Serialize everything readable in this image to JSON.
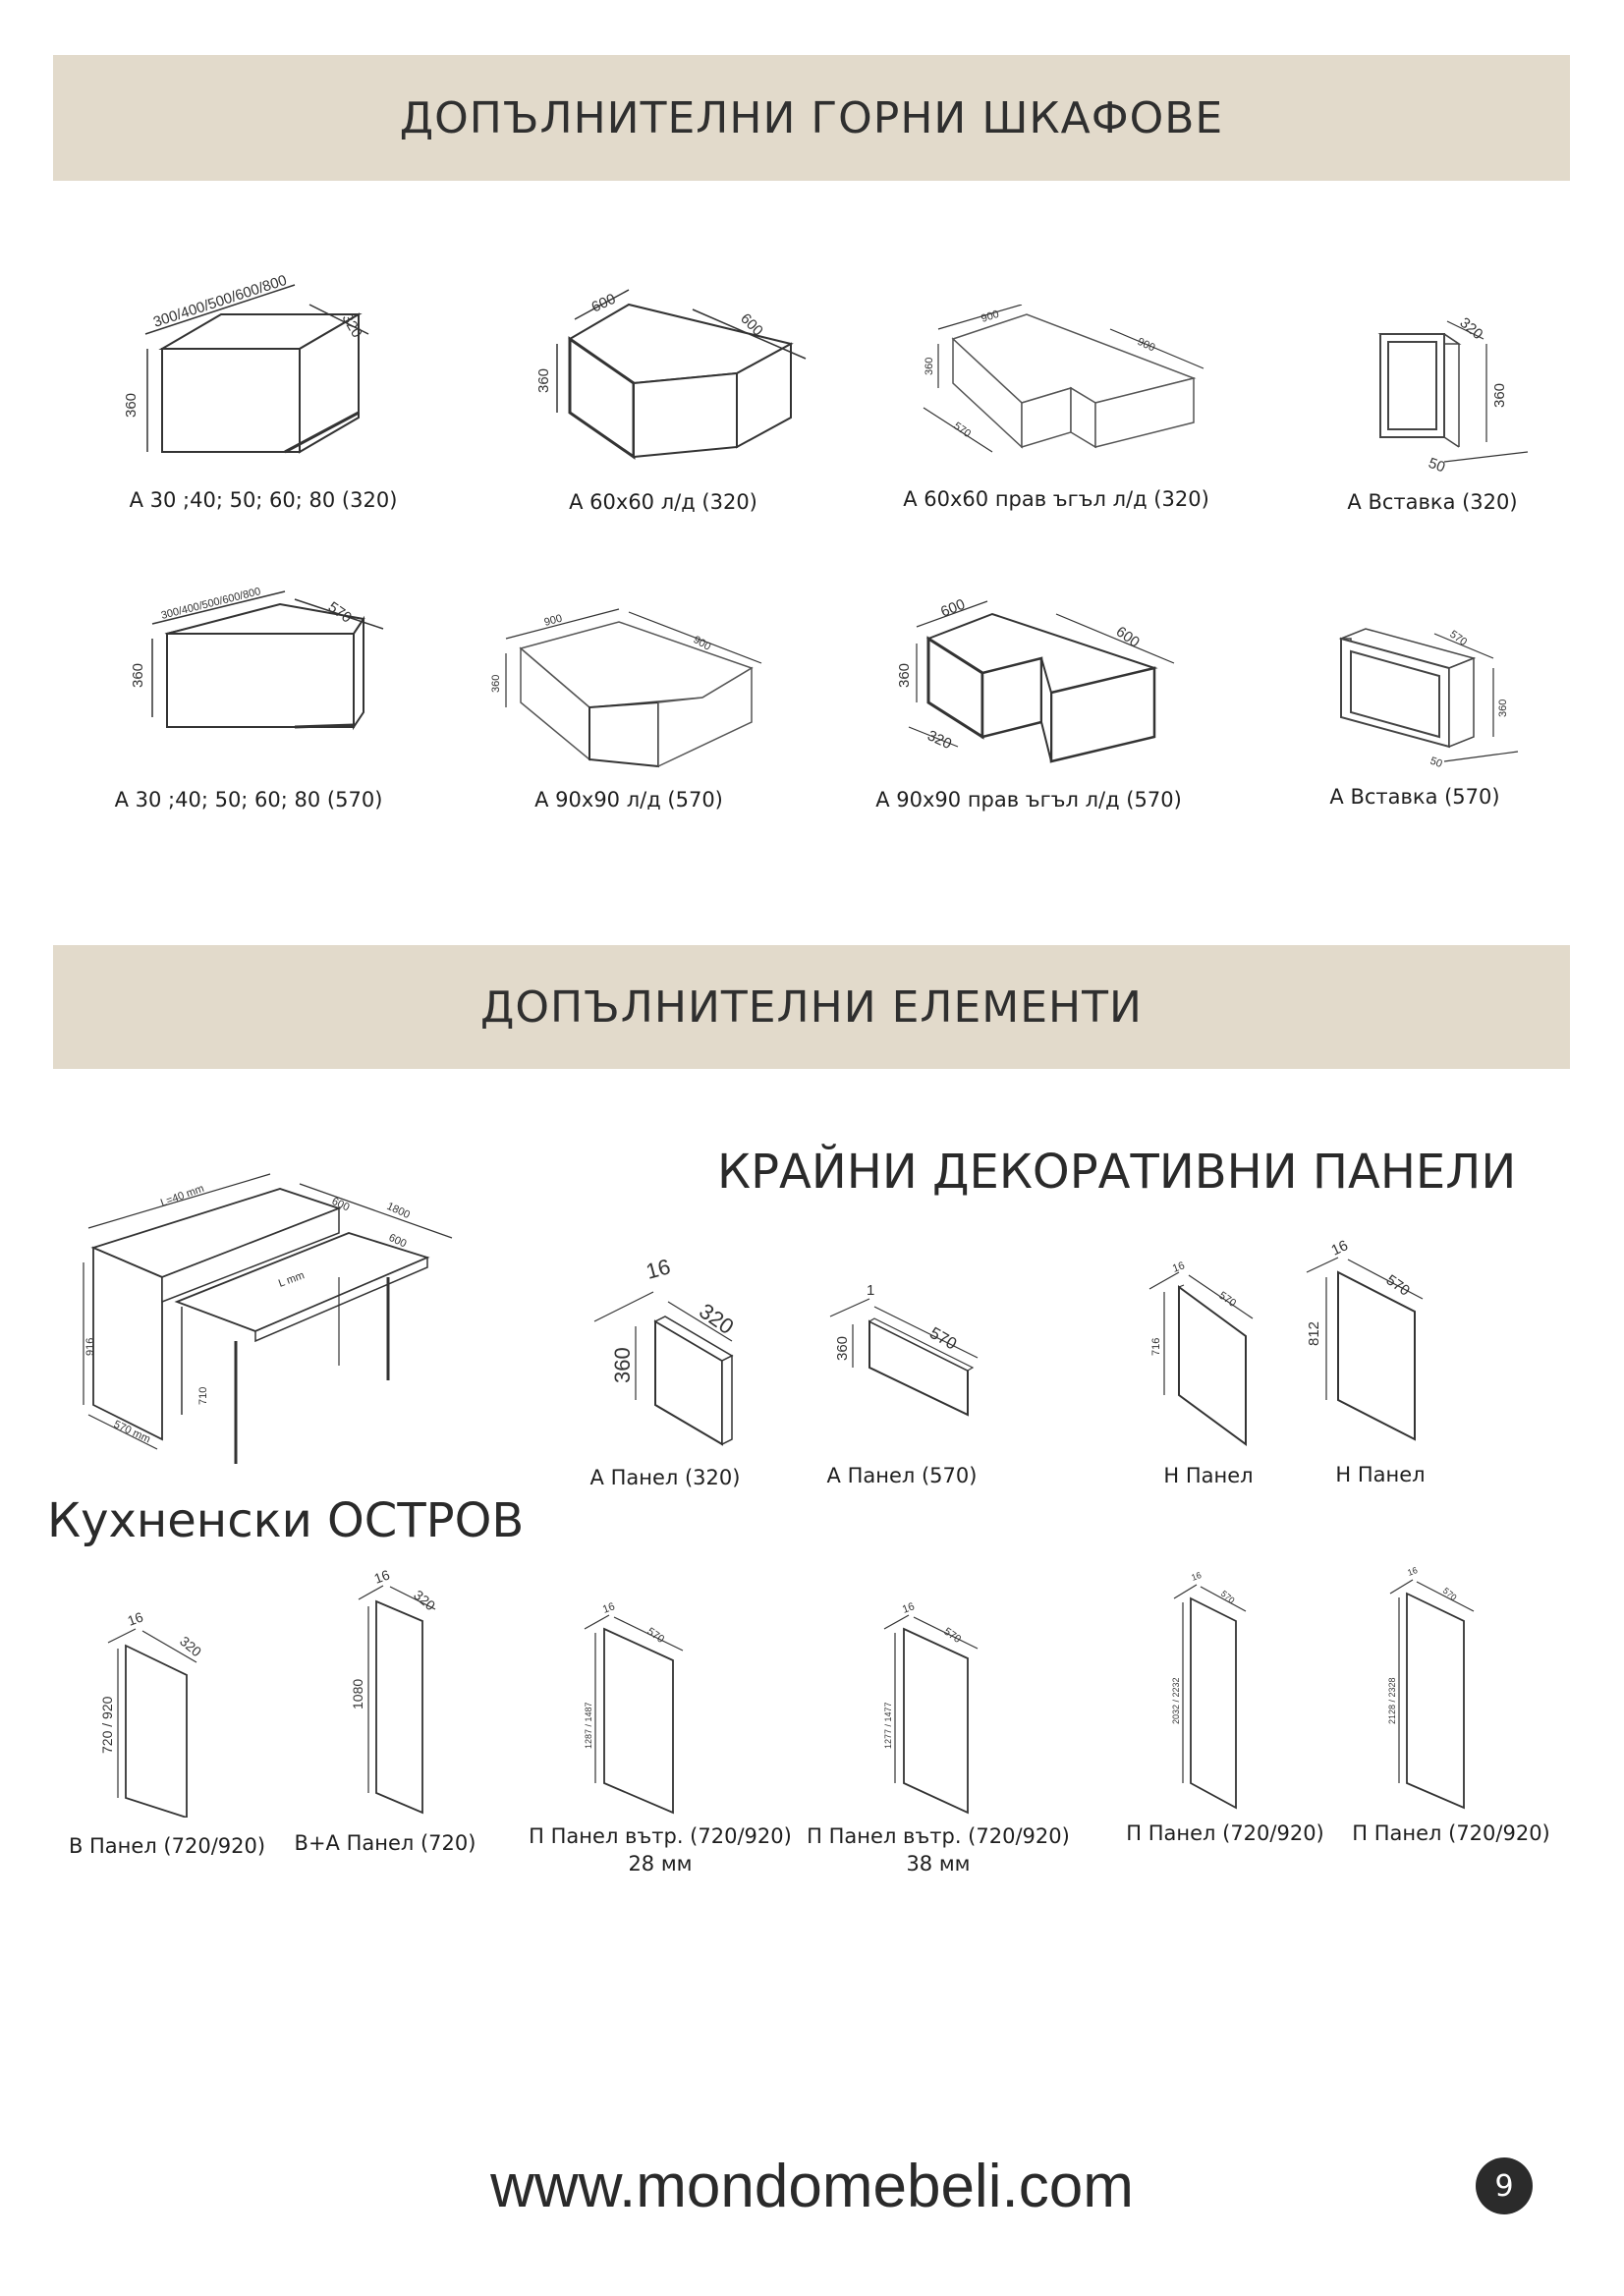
{
  "sections": {
    "upper": {
      "title": "ДОПЪЛНИТЕЛНИ ГОРНИ ШКАФОВЕ"
    },
    "extra": {
      "title": "ДОПЪЛНИТЕЛНИ ЕЛЕМЕНТИ"
    }
  },
  "headings": {
    "panels": "КРАЙНИ ДЕКОРАТИВНИ ПАНЕЛИ",
    "island": "Кухненски ОСТРОВ"
  },
  "upper_cabinets": {
    "row1": [
      {
        "caption": "А 30 ;40; 50; 60; 80 (320)",
        "dims": [
          "300/400/500/600/800",
          "320",
          "360"
        ]
      },
      {
        "caption": "А 60х60 л/д (320)",
        "dims": [
          "600",
          "600",
          "360"
        ]
      },
      {
        "caption": "А 60х60 прав ъгъл  л/д (320)",
        "dims": [
          "900",
          "900",
          "360",
          "570"
        ]
      },
      {
        "caption": "А Вставка (320)",
        "dims": [
          "320",
          "360",
          "50"
        ]
      }
    ],
    "row2": [
      {
        "caption": "А 30 ;40; 50; 60; 80 (570)",
        "dims": [
          "300/400/500/600/800",
          "570",
          "360"
        ]
      },
      {
        "caption": "А 90х90 л/д (570)",
        "dims": [
          "900",
          "900",
          "360"
        ]
      },
      {
        "caption": "А 90х90 прав ъгъл  л/д (570)",
        "dims": [
          "600",
          "600",
          "360",
          "320"
        ]
      },
      {
        "caption": "А Вставка (570)",
        "dims": [
          "570",
          "360",
          "50"
        ]
      }
    ]
  },
  "island_drawing": {
    "dims": [
      "L=40 mm",
      "600",
      "1800",
      "600",
      "L mm",
      "916",
      "710",
      "570 mm"
    ]
  },
  "decor_panels": [
    {
      "caption": "А Панел (320)",
      "dims": [
        "16",
        "320",
        "360"
      ]
    },
    {
      "caption": "А Панел (570)",
      "dims": [
        "1",
        "570",
        "360"
      ]
    },
    {
      "caption": "Н Панел",
      "dims": [
        "16",
        "570",
        "716"
      ]
    },
    {
      "caption": "Н Панел",
      "dims": [
        "16",
        "570",
        "812"
      ]
    }
  ],
  "island_panels": [
    {
      "caption": "В Панел (720/920)",
      "sub": "",
      "dims": [
        "16",
        "320",
        "720 / 920"
      ]
    },
    {
      "caption": "В+А Панел (720)",
      "sub": "",
      "dims": [
        "16",
        "320",
        "1080"
      ]
    },
    {
      "caption": "П Панел вътр. (720/920)",
      "sub": "28 мм",
      "dims": [
        "16",
        "570",
        "1287 / 1487"
      ]
    },
    {
      "caption": "П Панел вътр. (720/920)",
      "sub": "38 мм",
      "dims": [
        "16",
        "570",
        "1277 / 1477"
      ]
    },
    {
      "caption": "П Панел (720/920)",
      "sub": "",
      "dims": [
        "16",
        "570",
        "2032 / 2232"
      ]
    },
    {
      "caption": "П Панел (720/920)",
      "sub": "",
      "dims": [
        "16",
        "570",
        "2128 / 2328"
      ]
    }
  ],
  "footer": {
    "url": "www.mondomebeli.com",
    "page": "9"
  }
}
